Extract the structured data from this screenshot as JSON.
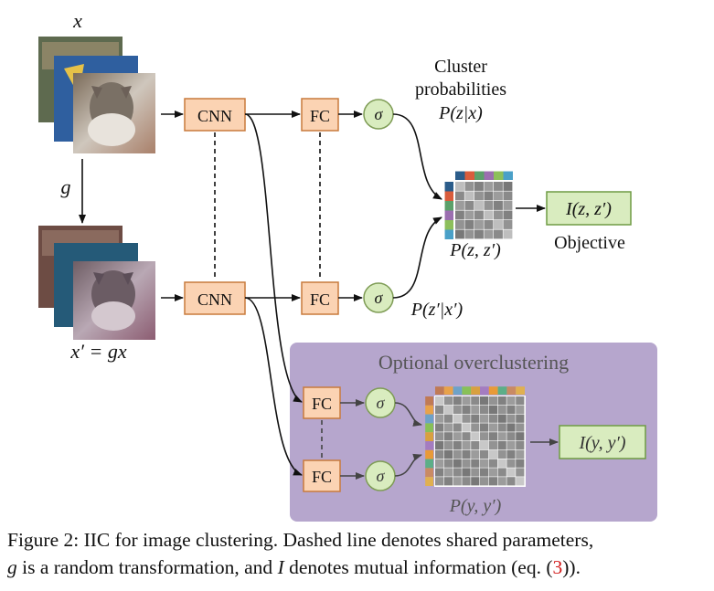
{
  "labels": {
    "x": "x",
    "g": "g",
    "xprime": "x′ = gx",
    "cnn": "CNN",
    "fc": "FC",
    "sigma": "σ",
    "cluster_line1": "Cluster",
    "cluster_line2": "probabilities",
    "pzx": "P(z|x)",
    "pzxprime": "P(z′|x′)",
    "pzz": "P(z, z′)",
    "izz": "I(z, z′)",
    "objective": "Objective",
    "optional": "Optional overclustering",
    "pyy": "P(y, y′)",
    "iyy": "I(y, y′)"
  },
  "caption": {
    "prefix": "Figure 2: IIC for image clustering. Dashed line denotes shared parameters,",
    "g": "g",
    "mid": " is a random transformation, and ",
    "I": "I",
    "suffix_a": " denotes mutual information (eq. (",
    "ref": "3",
    "suffix_b": "))."
  },
  "colors": {
    "box_fill": "#fbd3b3",
    "box_stroke": "#c87a3c",
    "sigma_fill": "#d9ecbf",
    "sigma_stroke": "#7e9c55",
    "objective_fill": "#d9ecbf",
    "objective_stroke": "#6f9b44",
    "panel_fill": "#b6a6cd",
    "panel_text": "#555555"
  },
  "heatmap_colors_main": [
    "#2b5c8a",
    "#d85c3c",
    "#5ba06a",
    "#9b6fb0",
    "#8dbf5b",
    "#4aa0c8"
  ],
  "heatmap_colors_over": [
    "#c07a55",
    "#e8a24a",
    "#6ea2c8",
    "#88c058",
    "#d8a040",
    "#a47cc0",
    "#e89a38",
    "#5cae88",
    "#c98a64",
    "#e0b050"
  ],
  "icons": {
    "photo": "cat-photo-icon"
  }
}
